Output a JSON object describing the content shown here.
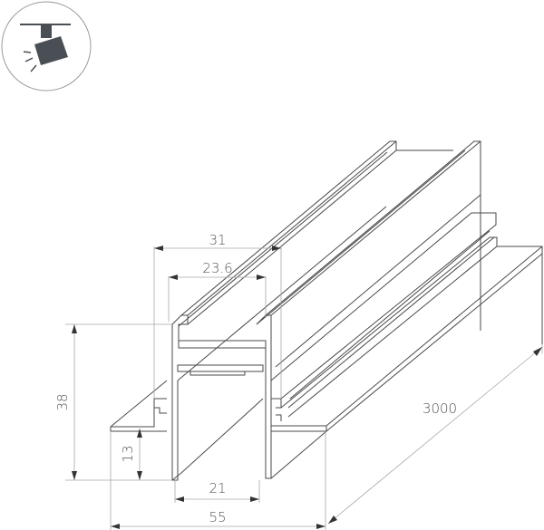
{
  "icon": {
    "name": "track-spotlight-icon",
    "stroke_color": "#8a8a8a",
    "fill_color": "#4a4f55"
  },
  "drawing": {
    "subject": "magnetic track profile, isometric view",
    "line_color": "#4a4a4a",
    "dim_line_color": "#a8a8a8"
  },
  "dimensions": {
    "width_top_outer": "31",
    "width_top_inner": "23.6",
    "height_total": "38",
    "height_flange": "13",
    "width_bottom_inner": "21",
    "width_total": "55",
    "length": "3000"
  }
}
